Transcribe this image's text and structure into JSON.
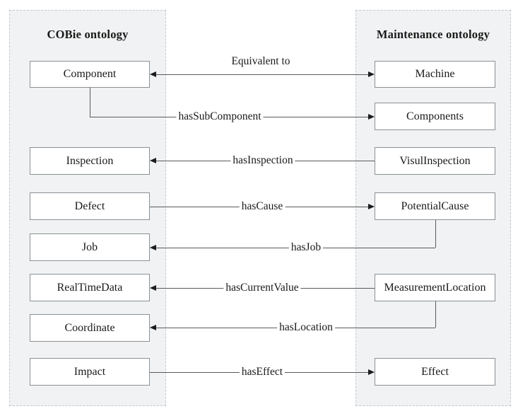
{
  "diagram": {
    "left_panel": {
      "title": "COBie ontology",
      "nodes": [
        "Component",
        "Inspection",
        "Defect",
        "Job",
        "RealTimeData",
        "Coordinate",
        "Impact"
      ]
    },
    "right_panel": {
      "title": "Maintenance ontology",
      "nodes": [
        "Machine",
        "Components",
        "VisulInspection",
        "PotentialCause",
        "MeasurementLocation",
        "Effect"
      ]
    },
    "relations": [
      {
        "label": "Equivalent to",
        "from": "Component",
        "to": "Machine",
        "direction": "both"
      },
      {
        "label": "hasSubComponent",
        "from": "Component",
        "to": "Components",
        "direction": "right"
      },
      {
        "label": "hasInspection",
        "from": "VisulInspection",
        "to": "Inspection",
        "direction": "left"
      },
      {
        "label": "hasCause",
        "from": "Defect",
        "to": "PotentialCause",
        "direction": "right"
      },
      {
        "label": "hasJob",
        "from": "PotentialCause",
        "to": "Job",
        "direction": "left"
      },
      {
        "label": "hasCurrentValue",
        "from": "MeasurementLocation",
        "to": "RealTimeData",
        "direction": "left"
      },
      {
        "label": "hasLocation",
        "from": "MeasurementLocation",
        "to": "Coordinate",
        "direction": "left"
      },
      {
        "label": "hasEffect",
        "from": "Impact",
        "to": "Effect",
        "direction": "right"
      }
    ],
    "colors": {
      "background": "#ffffff",
      "panel_fill": "#f1f2f3",
      "panel_border": "#c6c9cc",
      "box_border": "#8b9094",
      "line": "#5a5a5a",
      "arrow": "#1c1c1c",
      "text": "#1a1a1a"
    }
  }
}
